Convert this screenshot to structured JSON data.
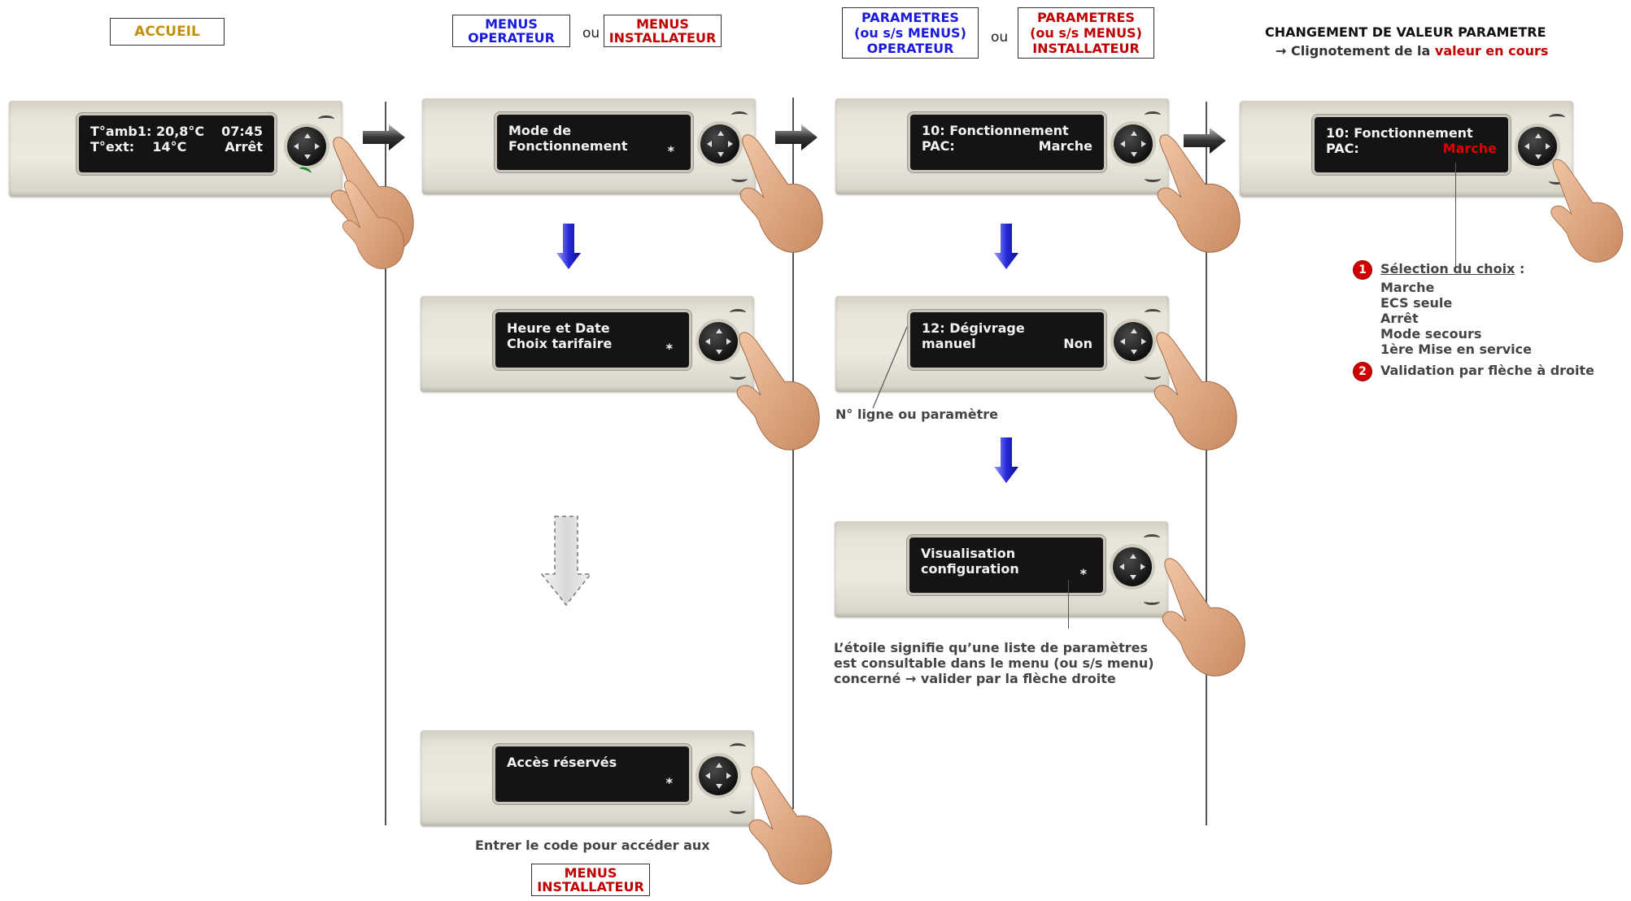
{
  "headers": {
    "accueil": "ACCUEIL",
    "menus_operateur": [
      "MENUS",
      "OPERATEUR"
    ],
    "menus_installateur": [
      "MENUS",
      "INSTALLATEUR"
    ],
    "ou": "ou",
    "param_operateur": [
      "PARAMETRES",
      "(ou s/s MENUS)",
      "OPERATEUR"
    ],
    "param_installateur": [
      "PARAMETRES",
      "(ou s/s MENUS)",
      "INSTALLATEUR"
    ],
    "changement_title": "CHANGEMENT DE VALEUR PARAMETRE",
    "changement_sub_prefix": "→ Clignotement de la ",
    "changement_sub_highlight": "valeur en cours"
  },
  "screens": {
    "home": {
      "l1a": "T°amb1: 20,8°C",
      "l1b": "07:45",
      "l2a": "T°ext:    14°C",
      "l2b": "Arrêt"
    },
    "mode": {
      "l1": "Mode de",
      "l2": "Fonctionnement",
      "star": "*"
    },
    "heure": {
      "l1": "Heure et Date",
      "l2": "Choix tarifaire",
      "star": "*"
    },
    "acces": {
      "l1": "Accès réservés",
      "star": "*"
    },
    "p10": {
      "l1": "10: Fonctionnement",
      "l2a": "PAC:",
      "l2b": "Marche"
    },
    "p12": {
      "l1": "12: Dégivrage",
      "l2a": "manuel",
      "l2b": "Non"
    },
    "visu": {
      "l1": "Visualisation",
      "l2": "configuration",
      "star": "*"
    },
    "p10b": {
      "l1": "10: Fonctionnement",
      "l2a": "PAC:",
      "l2b": "Marche"
    }
  },
  "notes": {
    "entrer_code": "Entrer le code pour accéder aux",
    "menus_installateur_bottom": [
      "MENUS",
      "INSTALLATEUR"
    ],
    "num_ligne": "N° ligne ou paramètre",
    "etoile": [
      "L’étoile signifie qu’une liste de paramètres",
      "est consultable dans le menu (ou s/s menu)",
      "concerné → valider par la flèche droite"
    ],
    "step1_num": "1",
    "step1_label": "Sélection du choix",
    "step1_colon": " :",
    "choices": [
      "Marche",
      "ECS seule",
      "Arrêt",
      "Mode secours",
      "1ère Mise en service"
    ],
    "step2_num": "2",
    "step2_label": "Validation par flèche à droite"
  },
  "colors": {
    "blue": "#1a1adf",
    "red": "#c00000",
    "gold": "#c09010",
    "arrow_blue": "#2a2ad8"
  }
}
